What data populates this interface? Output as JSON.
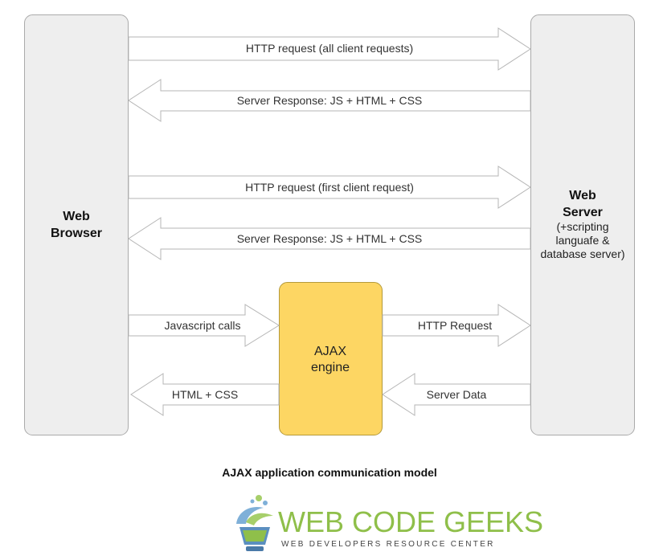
{
  "boxes": {
    "browser": {
      "title_lines": [
        "Web",
        "Browser"
      ]
    },
    "server": {
      "title_lines": [
        "Web",
        "Server"
      ],
      "subtitle_lines": [
        "(+scripting",
        "languafe &",
        "database server)"
      ]
    },
    "ajax": {
      "title_lines": [
        "AJAX",
        "engine"
      ]
    }
  },
  "arrows": {
    "http_request_all": "HTTP request (all client requests)",
    "server_response_1": "Server Response: JS + HTML + CSS",
    "http_request_first": "HTTP request (first client request)",
    "server_response_2": "Server Response: JS + HTML + CSS",
    "javascript_calls": "Javascript calls",
    "html_css": "HTML + CSS",
    "http_request_ajax": "HTTP Request",
    "server_data": "Server Data"
  },
  "colors": {
    "box_fill": "#eeeeee",
    "box_stroke": "#aaaaaa",
    "ajax_fill": "#fdd663",
    "ajax_stroke": "#b59a3a",
    "arrow_stroke": "#b5b5b5"
  },
  "caption": "AJAX application communication model",
  "logo": {
    "name": "WEB CODE GEEKS",
    "tagline": "WEB DEVELOPERS RESOURCE CENTER",
    "icon": "geeks-logo-icon"
  }
}
